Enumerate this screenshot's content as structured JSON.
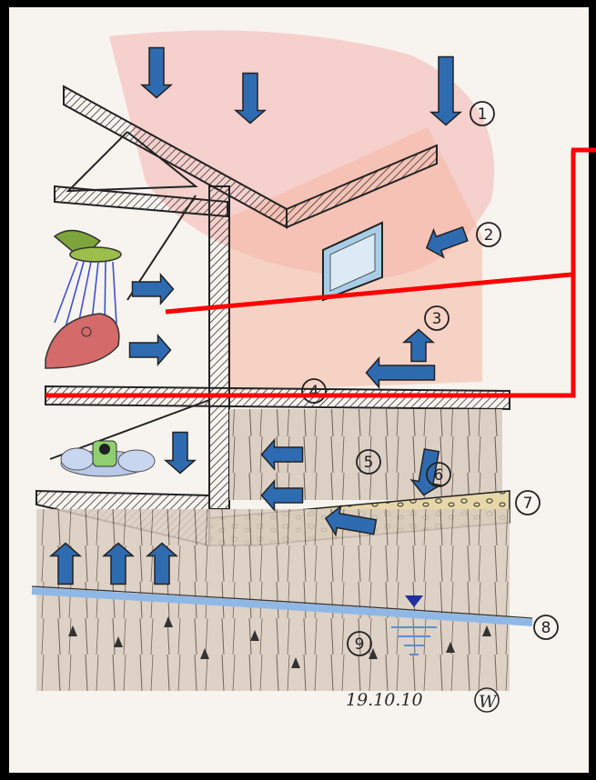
{
  "diagram": {
    "labels": [
      "1",
      "2",
      "3",
      "4",
      "5",
      "6",
      "7",
      "8",
      "9"
    ],
    "date": "19.10.10",
    "signature": "W",
    "colors": {
      "background": "#000000",
      "paper": "#f7f4ef",
      "arrow_fill": "#2f6bb0",
      "highlight": "#ff0000",
      "sky_tint": "#f4c4c0",
      "water": "#8fb8e6"
    },
    "icons": [
      "shower-icon",
      "soap-icon",
      "cloud-pot-icon",
      "water-level-icon"
    ]
  }
}
